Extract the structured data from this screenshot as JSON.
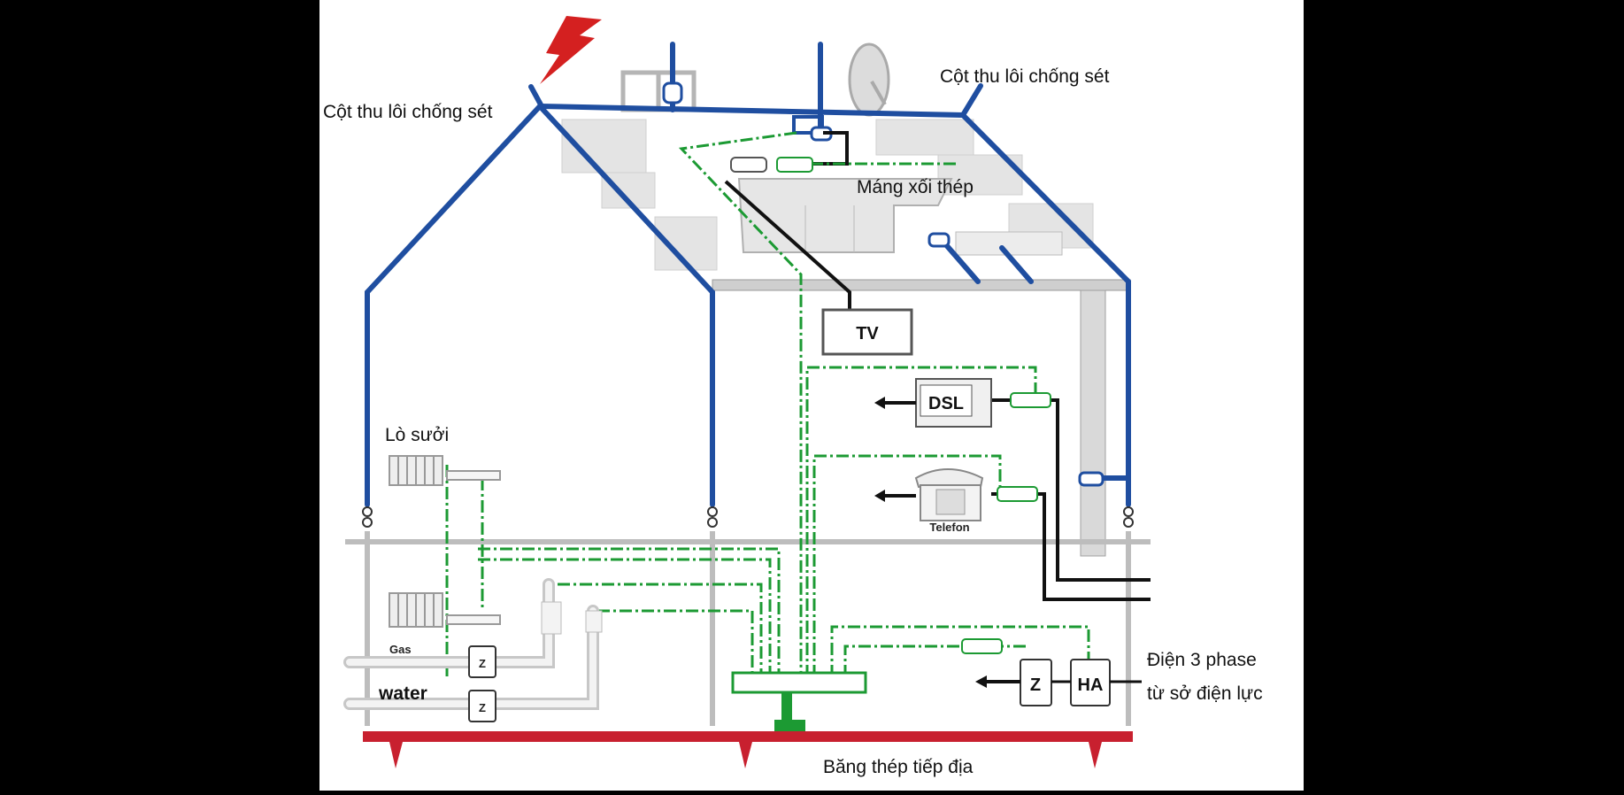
{
  "labels": {
    "lightning_rod_left": "Cột thu lôi chống sét",
    "lightning_rod_right": "Cột thu lôi chống sét",
    "gutter": "Máng xối thép",
    "tv": "TV",
    "dsl": "DSL",
    "heater": "Lò sưởi",
    "telefon": "Telefon",
    "gas": "Gas",
    "water": "water",
    "meter_z_gas": "Z",
    "meter_z_water": "Z",
    "meter_z_power": "Z",
    "ha": "HA",
    "power_line1": "Điện 3 phase",
    "power_line2": "từ sở điện lực",
    "ground_strip": "Băng thép tiếp địa"
  },
  "colors": {
    "background": "#ffffff",
    "lightning_conductor": "#1f4ea0",
    "equipotential_bonding": "#1c9a33",
    "ground_strip": "#c8202f",
    "signal_cable": "#111111",
    "lightning_bolt": "#d42020"
  }
}
